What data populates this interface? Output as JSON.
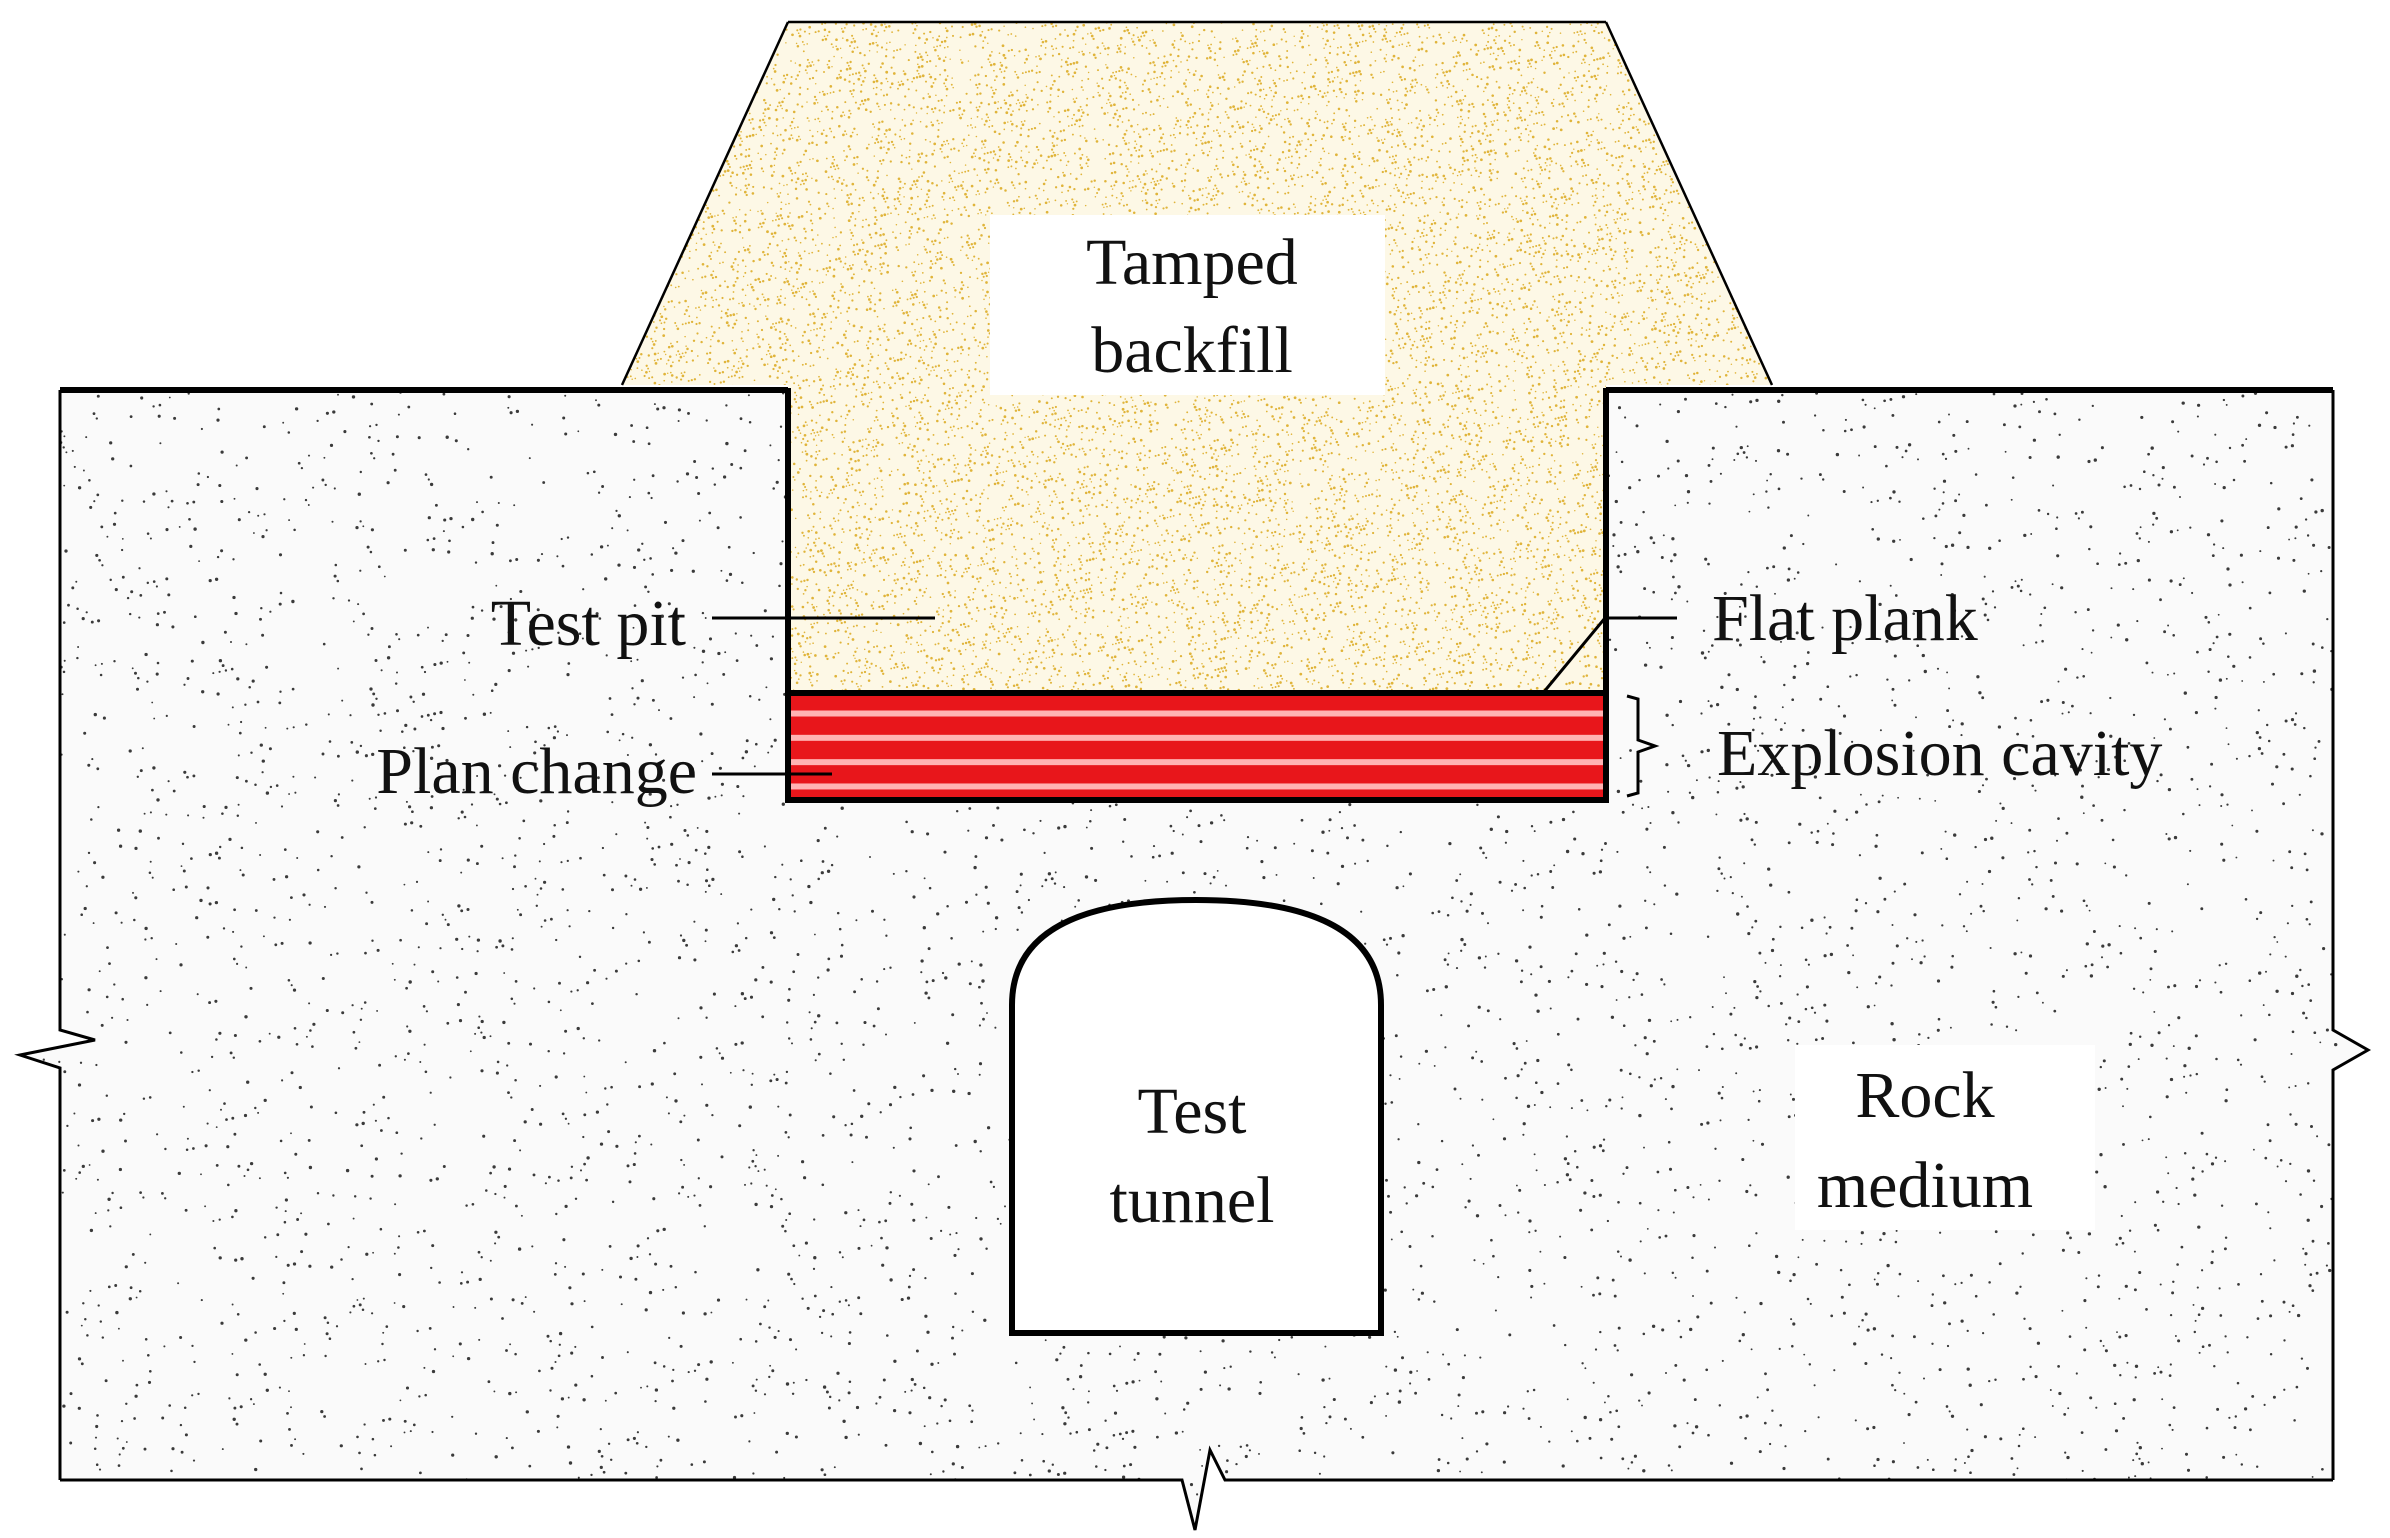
{
  "labels": {
    "tamped_backfill": [
      "Tamped",
      "backfill"
    ],
    "test_pit": "Test pit",
    "flat_plank": "Flat plank",
    "plan_change": "Plan change",
    "explosion_cavity": "Explosion cavity",
    "test_tunnel": [
      "Test",
      "tunnel"
    ],
    "rock_medium": [
      "Rock",
      "medium"
    ]
  },
  "colors": {
    "backfill_fill": "#fdf8e6",
    "backfill_speckle": "#e0b43a",
    "rock_fill": "#fafafa",
    "rock_speckle": "#3a3a3a",
    "cavity_red": "#e8161b",
    "cavity_stripe": "#ffb3b3",
    "outline": "#000000"
  },
  "cavity_stripe_count": 4
}
